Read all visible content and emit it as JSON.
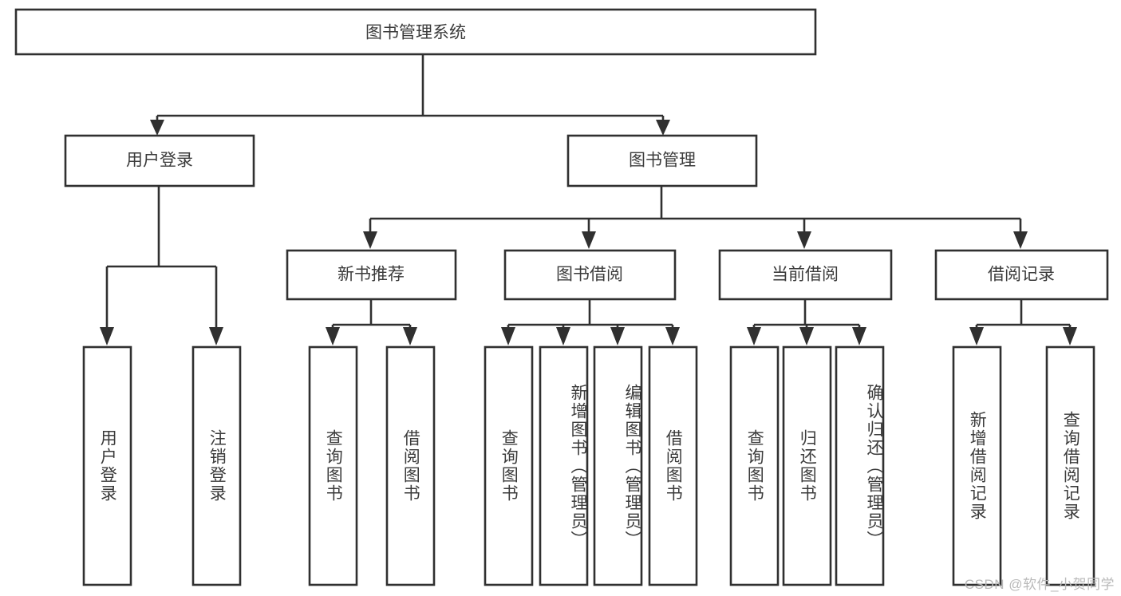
{
  "diagram": {
    "type": "tree",
    "title": "图书管理系统",
    "root": {
      "id": "root",
      "label": "图书管理系统"
    },
    "level1": [
      {
        "id": "user-login",
        "label": "用户登录"
      },
      {
        "id": "book-management",
        "label": "图书管理"
      }
    ],
    "level2": [
      {
        "id": "new-book-recommend",
        "label": "新书推荐",
        "parent": "book-management"
      },
      {
        "id": "book-borrow",
        "label": "图书借阅",
        "parent": "book-management"
      },
      {
        "id": "current-borrow",
        "label": "当前借阅",
        "parent": "book-management"
      },
      {
        "id": "borrow-record",
        "label": "借阅记录",
        "parent": "book-management"
      }
    ],
    "leaves": {
      "user-login": [
        {
          "id": "leaf-user-login",
          "label": "用户登录"
        },
        {
          "id": "leaf-logout-login",
          "label": "注销登录"
        }
      ],
      "new-book-recommend": [
        {
          "id": "leaf-query-book-1",
          "label": "查询图书"
        },
        {
          "id": "leaf-borrow-book-1",
          "label": "借阅图书"
        }
      ],
      "book-borrow": [
        {
          "id": "leaf-query-book-2",
          "label": "查询图书"
        },
        {
          "id": "leaf-add-book",
          "label": "新增图书（管理员）"
        },
        {
          "id": "leaf-edit-book",
          "label": "编辑图书（管理员）"
        },
        {
          "id": "leaf-borrow-book-2",
          "label": "借阅图书"
        }
      ],
      "current-borrow": [
        {
          "id": "leaf-query-book-3",
          "label": "查询图书"
        },
        {
          "id": "leaf-return-book",
          "label": "归还图书"
        },
        {
          "id": "leaf-confirm-return",
          "label": "确认归还（管理员）"
        }
      ],
      "borrow-record": [
        {
          "id": "leaf-add-record",
          "label": "新增借阅记录"
        },
        {
          "id": "leaf-query-record",
          "label": "查询借阅记录"
        }
      ]
    },
    "colors": {
      "stroke": "#303030",
      "fill": "#ffffff",
      "text": "#3b3b3b",
      "watermark": "#b9b9b9",
      "background": "#ffffff"
    }
  },
  "watermark": {
    "text": "CSDN @软件_小贺同学"
  }
}
